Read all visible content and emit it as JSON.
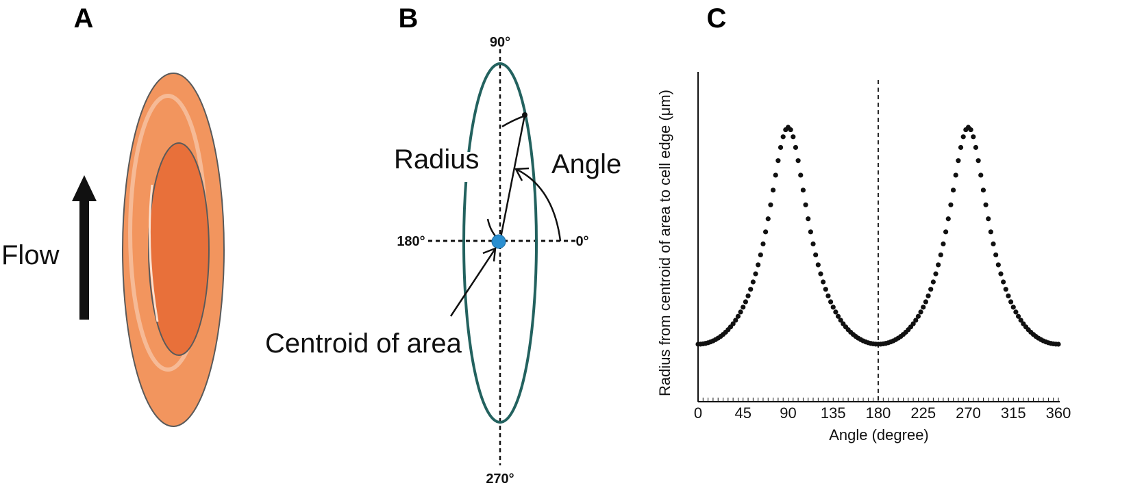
{
  "panel_a": {
    "letter": "A",
    "flow_label": "Flow",
    "colors": {
      "outer": "#f2955e",
      "inner": "#e8703a",
      "outline": "#5a5a5a",
      "arrow": "#111111"
    }
  },
  "panel_b": {
    "letter": "B",
    "label_90": "90°",
    "label_180": "180°",
    "label_0": "0°",
    "label_270": "270°",
    "radius_label": "Radius",
    "angle_label": "Angle",
    "centroid_label": "Centroid of area",
    "colors": {
      "ellipse": "#23625f",
      "centroid": "#2a8fd0"
    }
  },
  "panel_c": {
    "letter": "C"
  },
  "chart_data": {
    "type": "scatter",
    "title": "",
    "xlabel": "Angle (degree)",
    "ylabel": "Radius from centroid of area to cell edge (μm)",
    "xlim": [
      0,
      360
    ],
    "xticks": [
      "0",
      "45",
      "90",
      "135",
      "180",
      "225",
      "270",
      "315",
      "360"
    ],
    "y_tick_labels_shown": false,
    "reference_line_x": 180,
    "series": [
      {
        "shape": "periodic peak, period 180",
        "x_step": 2.5,
        "x_range": [
          0,
          360
        ],
        "minimum_at": [
          0,
          180,
          360
        ],
        "peak_at": [
          90,
          270
        ],
        "relative_min": 0,
        "relative_peak": 1
      }
    ],
    "marker_color": "#111111"
  }
}
